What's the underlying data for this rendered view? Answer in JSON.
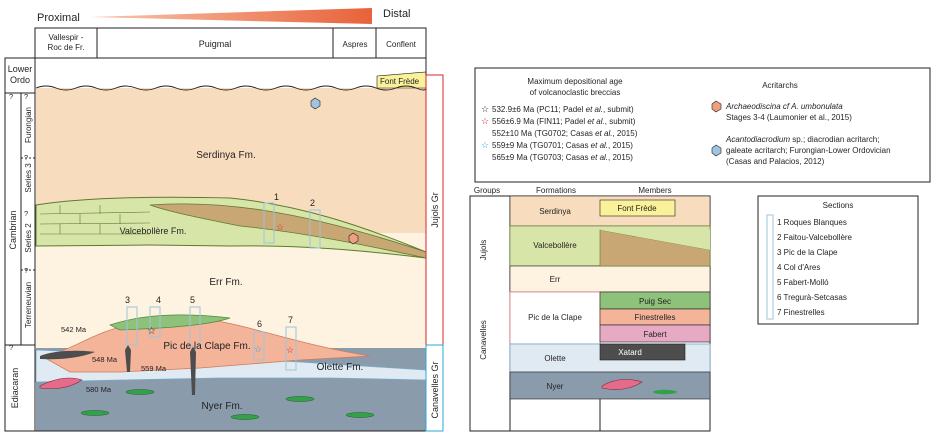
{
  "gradient": {
    "left_label": "Proximal",
    "right_label": "Distal",
    "colors": [
      "#f8c7ae",
      "#e8623a"
    ]
  },
  "columns": {
    "vallespir": "Vallespir -",
    "vallespir2": "Roc de Fr.",
    "puigmal": "Puigmal",
    "aspres": "Aspres",
    "conflent": "Conflent"
  },
  "time_axis": {
    "lower_ordo": "Lower",
    "lower_ordo2": "Ordo",
    "cambrian": "Cambrian",
    "furongian": "Furongian",
    "series3": "Series 3",
    "series2": "Series 2",
    "terreneuvian": "Terreneuvian",
    "ediacaran": "Ediacaran",
    "q": "?"
  },
  "groups_side": {
    "jujols": "Jujols Gr",
    "canavelles": "Canavelles Gr"
  },
  "formations": {
    "font_frede": "Font Frède",
    "serdinya": "Serdinya Fm.",
    "valcebollere": "Valcebollère Fm.",
    "err": "Err Fm.",
    "pic": "Pic de la Clape Fm.",
    "olette": "Olette Fm.",
    "nyer": "Nyer Fm."
  },
  "ages": {
    "a542": "542 Ma",
    "a548": "548 Ma",
    "a559": "559 Ma",
    "a580": "580 Ma"
  },
  "section_numbers": [
    "1",
    "2",
    "3",
    "4",
    "5",
    "6",
    "7"
  ],
  "legend": {
    "col1_title": "Maximum depositional age",
    "col1_title2": "of volcanoclastic breccias",
    "items": [
      {
        "text": "532.9±6 Ma (PC11; Padel ",
        "em": "et al.",
        "tail": ", submit)",
        "star": "#231f20"
      },
      {
        "text": "556±6.9 Ma (FIN11; Padel ",
        "em": "et al.",
        "tail": ", submit)",
        "star": "#d7262d"
      },
      {
        "text": "552±10 Ma (TG0702; Casas ",
        "em": "et al.",
        "tail": ", 2015)",
        "star": ""
      },
      {
        "text": "559±9 Ma (TG0701; Casas ",
        "em": "et al.",
        "tail": ", 2015)",
        "star": "#29a9d8"
      },
      {
        "text": "565±9 Ma (TG0703; Casas ",
        "em": "et al.",
        "tail": ", 2015)",
        "star": ""
      }
    ],
    "col2_title": "Acritarchs",
    "acr1_name": "Archaeodiscina cf A. umbonulata",
    "acr1_ref": "Stages 3-4 (Laumonier et al., 2015)",
    "acr2_name": "Acantodiacrodium",
    "acr2_rest": " sp.; diacrodian acritarch;",
    "acr2_line2": "galeate acritarch; Furongian-Lower Ordovician",
    "acr2_line3": "(Casas and Palacios, 2012)",
    "hex_colors": [
      "#f0a080",
      "#9fc4e0"
    ]
  },
  "table": {
    "headers": [
      "Groups",
      "Formations",
      "Members"
    ],
    "groups": [
      "Jujols",
      "Canavelles"
    ],
    "formations": [
      "Serdinya",
      "Valcebollère",
      "Err",
      "Pic de la Clape",
      "Olette",
      "Nyer"
    ],
    "members": [
      "Font Frède",
      "Puig Sec",
      "Finestrelles",
      "Fabert",
      "Xatard"
    ]
  },
  "sections": {
    "title": "Sections",
    "items": [
      "1 Roques Blanques",
      "2 Faitou-Valcebollère",
      "3 Pic de la Clape",
      "4 Col d'Ares",
      "5 Fabert-Molló",
      "6 Tregurà-Setcasas",
      "7 Finestrelles"
    ]
  }
}
